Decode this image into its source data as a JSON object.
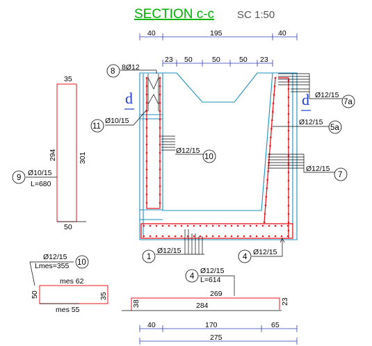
{
  "title": "SECTION c-c",
  "scale": "SC 1:50",
  "section_marks": {
    "left": "d",
    "right": "d"
  },
  "dimensions": {
    "top": [
      "40",
      "195",
      "40"
    ],
    "channel": [
      "23",
      "50",
      "50",
      "50",
      "23"
    ],
    "bottom_sub": [
      "40",
      "170",
      "65"
    ],
    "bottom_total": "275"
  },
  "bars": {
    "b1": {
      "num": "1",
      "label": "Ø12/15"
    },
    "b4": {
      "num": "4",
      "label": "Ø12/15"
    },
    "b5a": {
      "num": "5a",
      "label": "Ø12/15"
    },
    "b7": {
      "num": "7",
      "label": "Ø12/15"
    },
    "b7a": {
      "num": "7a",
      "label": "Ø12/15"
    },
    "b8": {
      "num": "8",
      "label": "8Ø12"
    },
    "b10": {
      "num": "10",
      "label": "Ø12/15"
    },
    "b11": {
      "num": "11",
      "label": "Ø10/15"
    }
  },
  "schedule": {
    "bar9": {
      "num": "9",
      "label": "Ø10/15",
      "length": "L=680",
      "top": "35",
      "dim_inner": "294",
      "dim_outer": "301",
      "bottom": "50"
    },
    "bar10": {
      "num": "10",
      "label": "Ø12/15",
      "length": "Lmes=355",
      "top": "mes 62",
      "bottom": "mes 55",
      "left": "50",
      "right": "35"
    },
    "bar4": {
      "num": "4",
      "label": "Ø12/15",
      "length": "L=614",
      "top": "269",
      "middle": "284",
      "left": "38",
      "right": "23"
    }
  },
  "colors": {
    "concrete": "#1a8fc0",
    "rebar": "#e8141c",
    "title": "#00b000",
    "section_mark": "#1e3fd0",
    "dimension": "#2a3ab0"
  }
}
